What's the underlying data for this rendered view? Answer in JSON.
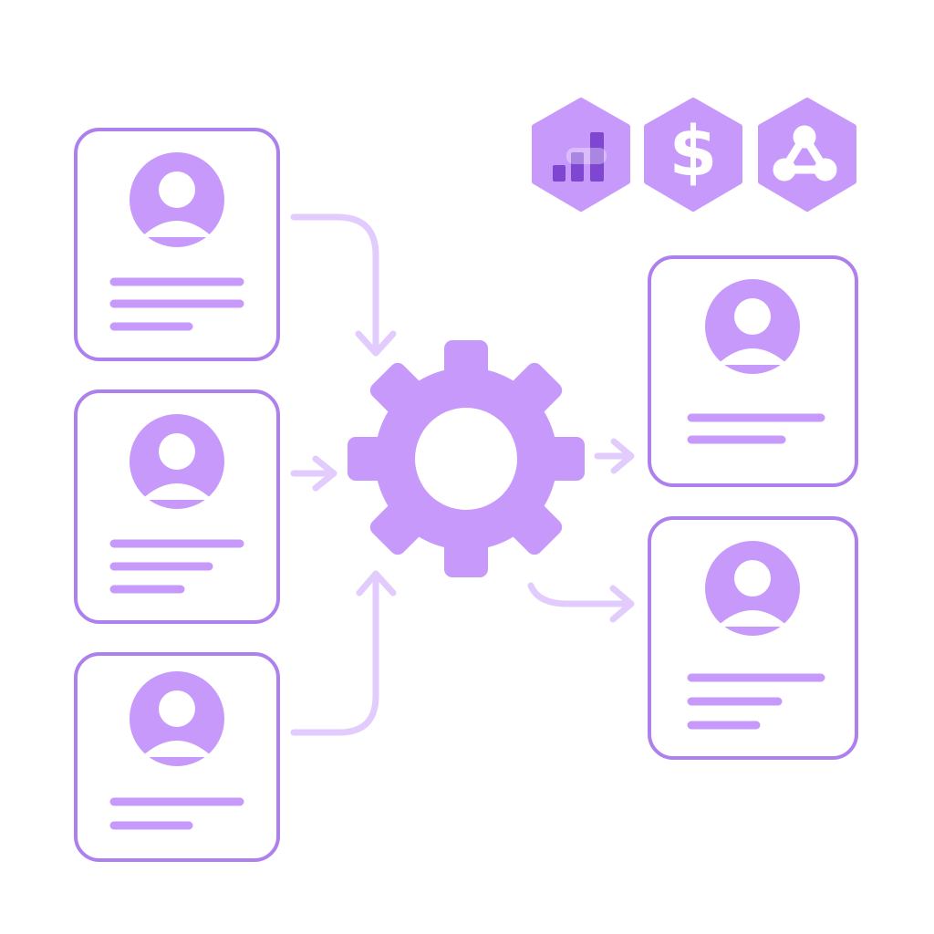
{
  "colors": {
    "fill": "#c699fb",
    "stroke": "#ae80ee",
    "arrow": "#e2cbfd",
    "dark_bar": "#7f46d1",
    "background": "#ffffff"
  },
  "icons": {
    "person": "person-icon",
    "gear": "gear-icon",
    "analytics": "bar-chart-icon",
    "currency": "dollar-icon",
    "network": "share-network-icon"
  },
  "diagram": {
    "input_profiles": [
      {
        "name": "input-profile-1",
        "detail_lines": 3
      },
      {
        "name": "input-profile-2",
        "detail_lines": 3
      },
      {
        "name": "input-profile-3",
        "detail_lines": 2
      }
    ],
    "output_profiles": [
      {
        "name": "output-profile-1",
        "detail_lines": 2
      },
      {
        "name": "output-profile-2",
        "detail_lines": 3
      }
    ],
    "badges": [
      {
        "name": "analytics-badge",
        "glyph": "bars"
      },
      {
        "name": "currency-badge",
        "glyph": "$"
      },
      {
        "name": "network-badge",
        "glyph": "share"
      }
    ],
    "dollar_glyph": "$"
  }
}
